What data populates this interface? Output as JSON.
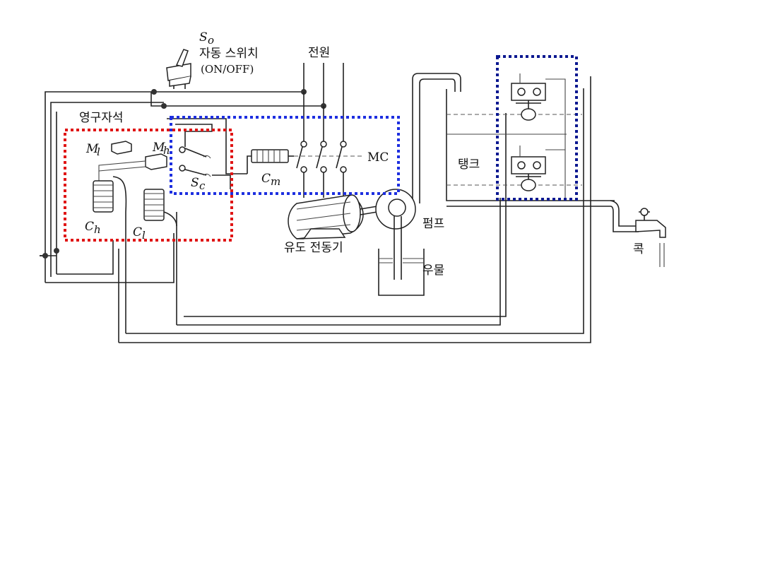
{
  "diagram": {
    "labels": {
      "auto_switch_symbol": "S",
      "auto_switch_symbol_sub": "o",
      "auto_switch_name": "자동 스위치",
      "auto_switch_state": "(ON/OFF)",
      "power": "전원",
      "permanent_magnet": "영구자석",
      "magnet_low": "M",
      "magnet_low_sub": "l",
      "magnet_high": "M",
      "magnet_high_sub": "h",
      "switch_contact": "S",
      "switch_contact_sub": "c",
      "coil_mc": "C",
      "coil_mc_sub": "m",
      "contactor": "MC",
      "coil_high": "C",
      "coil_high_sub": "h",
      "coil_low": "C",
      "coil_low_sub": "l",
      "motor": "유도 전동기",
      "pump": "펌프",
      "well": "우물",
      "tank": "탱크",
      "faucet": "콕"
    },
    "highlight_colors": {
      "magnet_box": "#e01515",
      "control_box": "#1d2fe0",
      "tank_box": "#0a1890"
    }
  }
}
